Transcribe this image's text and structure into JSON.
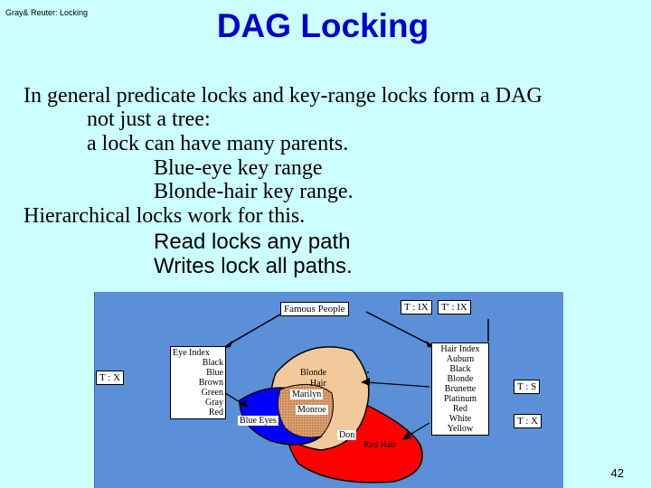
{
  "header": {
    "running_head": "Gray& Reuter: Locking",
    "title": "DAG Locking"
  },
  "bullets": [
    "In general predicate locks and key-range locks form a DAG",
    "not just a tree:",
    "a lock can have many parents.",
    "Blue-eye key range",
    "Blonde-hair key range.",
    "Hierarchical locks work for this.",
    "Read locks any path",
    "Writes lock all paths."
  ],
  "diagram": {
    "root_label": "Famous People",
    "root_locks": [
      "T : IX",
      "T' : IX"
    ],
    "eye_index": {
      "title": "Eye Index",
      "items": [
        "Black",
        "Blue",
        "Brown",
        "Green",
        "Gray",
        "Red"
      ],
      "lock": "T : X"
    },
    "hair_index": {
      "title": "Hair Index",
      "items": [
        "Auburn",
        "Black",
        "Blonde",
        "Brunette",
        "Platinum",
        "Red",
        "White",
        "Yellow"
      ],
      "locks": [
        "T : S",
        "T : X"
      ]
    },
    "regions": {
      "blonde": "Blonde",
      "blonde_hair_partial": "Hair",
      "marilyn": "Marilyn",
      "monroe": "Monroe",
      "blue_eyes": "Blue Eyes",
      "don": "Don",
      "red_hair": "Red Hair"
    },
    "colors": {
      "background": "#5B8FD8",
      "blue_eyes_fill": "#0000FF",
      "red_hair_fill": "#FF0000",
      "blonde_fill": "#F2C99A",
      "marilyn_fill": "#E0A070"
    }
  },
  "slide_number": "42"
}
